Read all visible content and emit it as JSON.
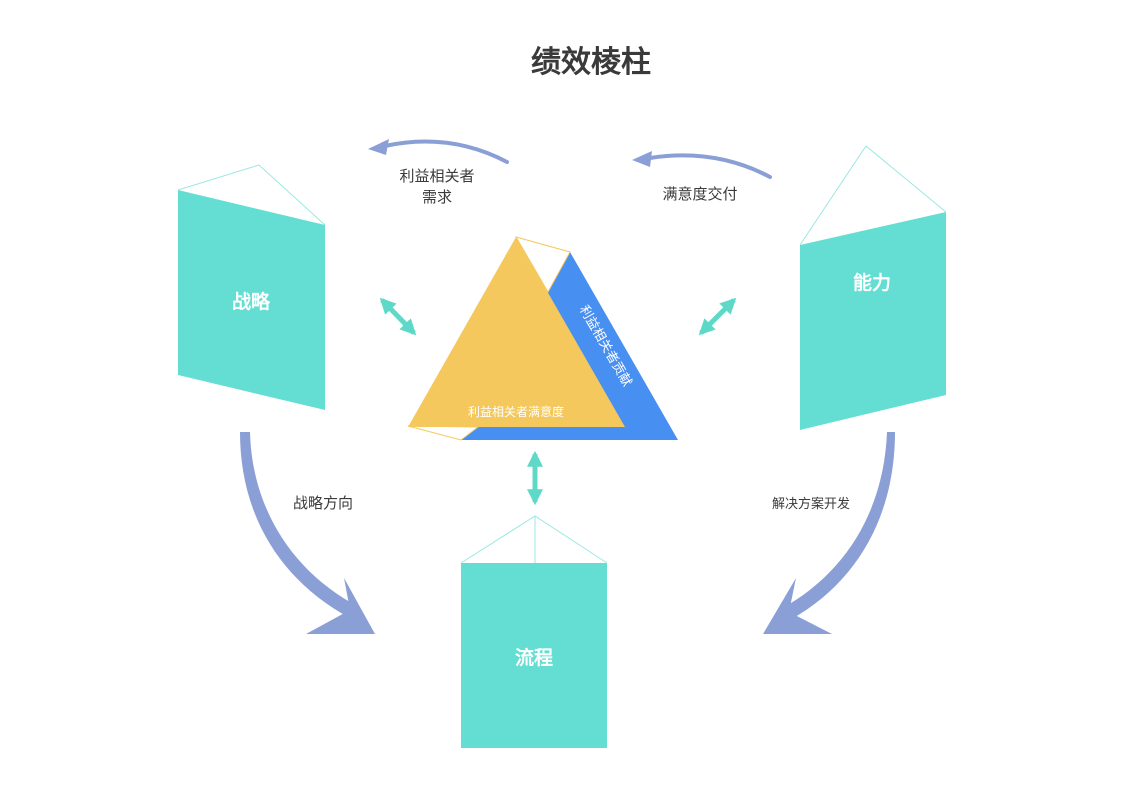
{
  "title": "绩效棱柱",
  "colors": {
    "panel": "#64ded3",
    "panel_line": "#9be8e1",
    "triangle_yellow": "#f4c85c",
    "triangle_blue": "#488ff2",
    "flow_arrow": "#8a9fd6",
    "double_arrow": "#5fd9c7",
    "text_dark": "#3a3a3a",
    "text_white": "#ffffff"
  },
  "panels": {
    "strategy": "战略",
    "capability": "能力",
    "process": "流程"
  },
  "triangle": {
    "front_label": "利益相关者满意度",
    "side_label": "利益相关者贡献"
  },
  "flows": {
    "stakeholder_needs_line1": "利益相关者",
    "stakeholder_needs_line2": "需求",
    "satisfaction_delivery": "满意度交付",
    "strategic_direction": "战略方向",
    "solution_development": "解决方案开发"
  }
}
